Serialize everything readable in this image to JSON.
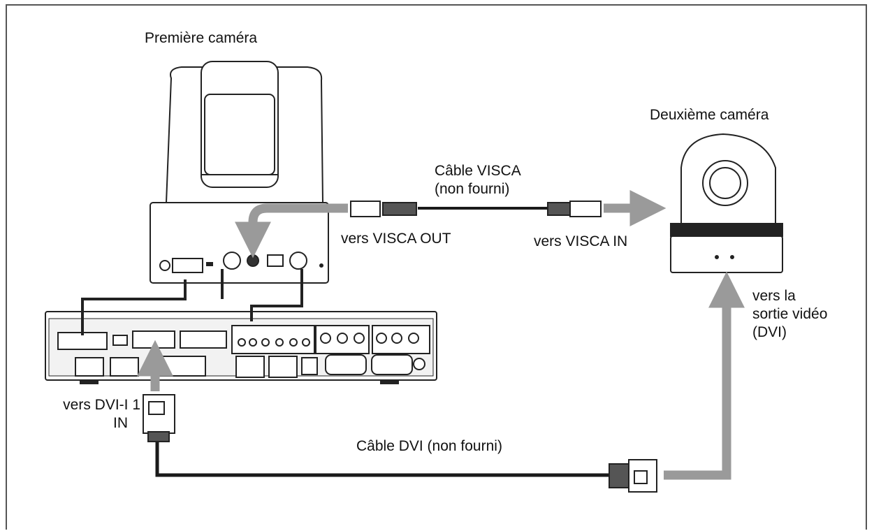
{
  "labels": {
    "premiere_camera": "Première caméra",
    "deuxieme_camera": "Deuxième caméra",
    "cable_visca_line1": "Câble VISCA",
    "cable_visca_line2": "(non fourni)",
    "vers_visca_out": "vers VISCA OUT",
    "vers_visca_in": "vers VISCA IN",
    "vers_sortie_line1": "vers la",
    "vers_sortie_line2": "sortie vidéo",
    "vers_sortie_line3": "(DVI)",
    "vers_dvi_line1": "vers DVI-I 1",
    "vers_dvi_line2": "IN",
    "cable_dvi": "Câble DVI (non fourni)"
  },
  "colors": {
    "arrow": "#9a9a9a",
    "cable": "#1a1a1a",
    "device_outline": "#222222",
    "device_fill": "#ffffff",
    "panel_fill": "#f2f2f2"
  }
}
